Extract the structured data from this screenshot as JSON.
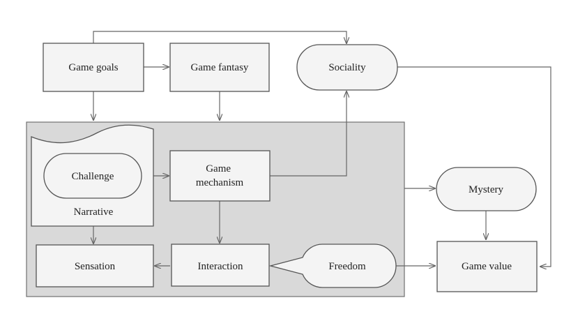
{
  "nodes": {
    "game_goals": "Game goals",
    "game_fantasy": "Game fantasy",
    "sociality": "Sociality",
    "challenge": "Challenge",
    "narrative": "Narrative",
    "game_mechanism_line1": "Game",
    "game_mechanism_line2": "mechanism",
    "mystery": "Mystery",
    "sensation": "Sensation",
    "interaction": "Interaction",
    "freedom": "Freedom",
    "game_value": "Game value"
  }
}
